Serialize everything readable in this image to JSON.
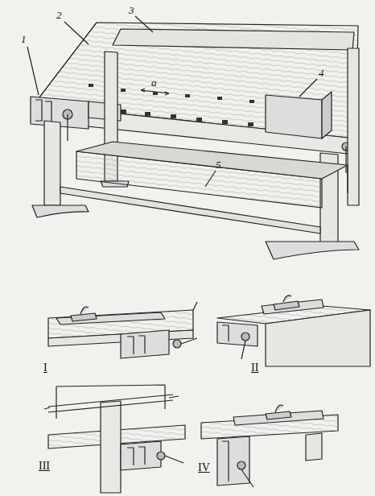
{
  "diagram": {
    "labels": [
      "1",
      "2",
      "3",
      "4",
      "5",
      "а",
      "I",
      "II",
      "III",
      "IV"
    ]
  }
}
